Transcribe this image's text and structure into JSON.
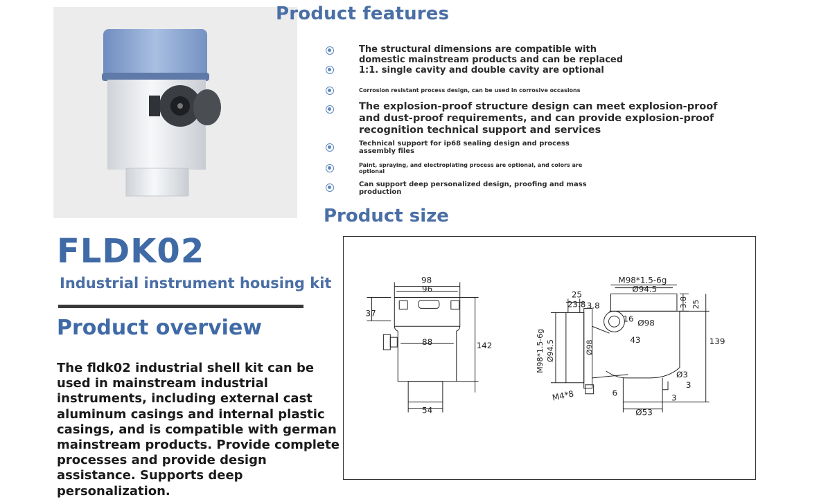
{
  "headings": {
    "features": "Product features",
    "size": "Product size",
    "model": "FLDK02",
    "subtitle": "Industrial instrument housing kit",
    "overview": "Product overview"
  },
  "features": [
    {
      "lines": [
        "The structural dimensions are compatible with",
        "domestic mainstream products and can be replaced"
      ]
    },
    {
      "lines": [
        "1:1. single cavity and double cavity are optional"
      ]
    },
    {
      "lines": [
        "Corrosion resistant process design, can be used in corrosive occasions"
      ]
    },
    {
      "lines": [
        "The explosion-proof structure design can meet explosion-proof",
        "and dust-proof requirements, and can provide explosion-proof",
        "recognition technical support and services"
      ]
    },
    {
      "lines": [
        "Technical support for ip68 sealing design and process",
        "assembly files"
      ]
    },
    {
      "lines": [
        "Paint, spraying, and electroplating process are optional, and colors are",
        "optional"
      ]
    },
    {
      "lines": [
        "Can support deep personalized design, proofing and mass",
        "production"
      ]
    }
  ],
  "overview_text": "The fldk02 industrial shell kit can be used in mainstream industrial instruments, including external cast aluminum casings and internal plastic casings, and is compatible with german mainstream products. Provide complete processes and provide design assistance. Supports deep personalization.",
  "colors": {
    "accent": "#4a6fa5",
    "bullet": "#5b86bf",
    "cap": "#8fa8cf"
  },
  "drawing_labels": {
    "front": {
      "w98": "98",
      "w96": "96",
      "h37": "37",
      "w88": "88",
      "h142": "142",
      "w54": "54"
    },
    "side": {
      "thread_top": "M98*1.5-6g",
      "d945_top": "Ø94.5",
      "d25": "25",
      "d238": "23.8",
      "d38a": "3.8",
      "d38b": "3.8",
      "d25r": "25",
      "d16": "16",
      "d98a": "Ø98",
      "d43": "43",
      "d98b": "Ø98",
      "thread_left": "M98*1.5-6g",
      "d945_left": "Ø94.5",
      "h139": "139",
      "d3": "Ø3",
      "h3a": "3",
      "h3b": "3",
      "m4": "M4*8",
      "h6": "6",
      "d53": "Ø53"
    }
  }
}
